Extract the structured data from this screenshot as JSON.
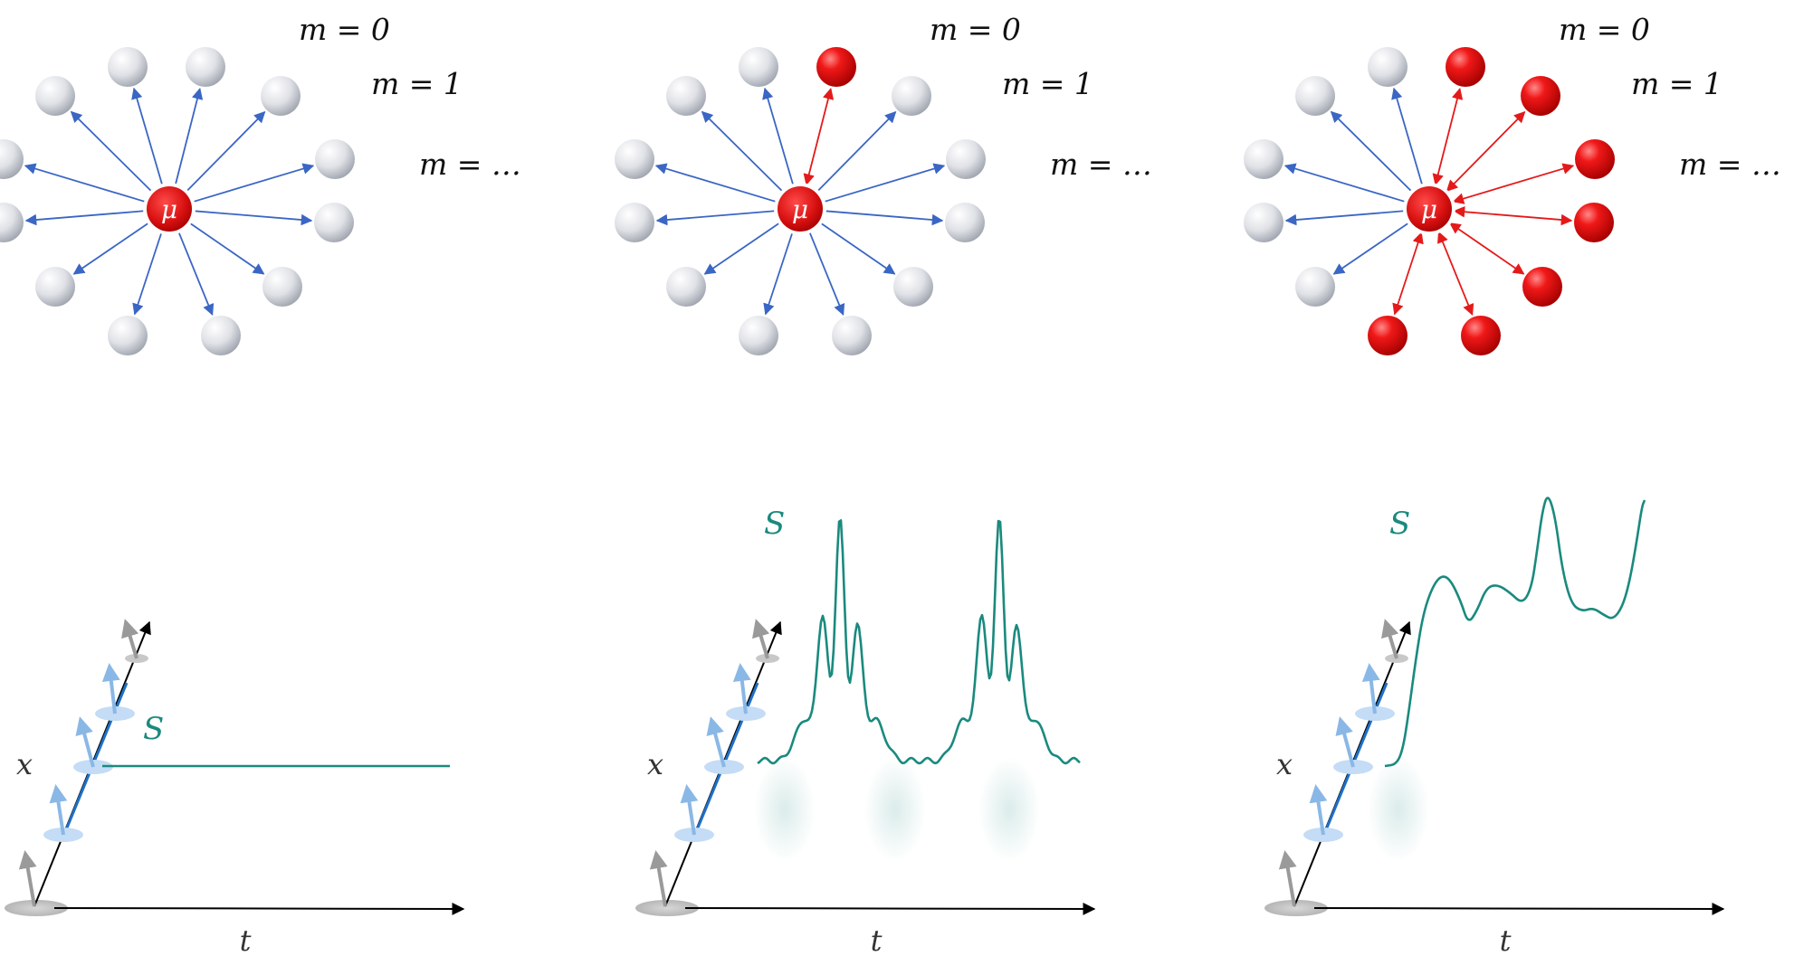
{
  "panels": [
    {
      "id": "left",
      "center_label": "μ",
      "m_labels": [
        "m = 0",
        "m = 1",
        "m = …"
      ],
      "x_label": "x",
      "t_label": "t",
      "signal_label": "S",
      "ball_states": [
        "neutral",
        "neutral",
        "neutral",
        "neutral",
        "neutral",
        "neutral",
        "neutral",
        "neutral",
        "neutral",
        "neutral",
        "neutral",
        "neutral"
      ],
      "signal_shape": "flat"
    },
    {
      "id": "middle",
      "center_label": "μ",
      "m_labels": [
        "m = 0",
        "m = 1",
        "m = …"
      ],
      "x_label": "x",
      "t_label": "t",
      "signal_label": "S",
      "ball_states": [
        "entangled",
        "neutral",
        "neutral",
        "neutral",
        "neutral",
        "neutral",
        "neutral",
        "neutral",
        "neutral",
        "neutral",
        "neutral",
        "neutral"
      ],
      "signal_shape": "periodic-revivals"
    },
    {
      "id": "right",
      "center_label": "μ",
      "m_labels": [
        "m = 0",
        "m = 1",
        "m = …"
      ],
      "x_label": "x",
      "t_label": "t",
      "signal_label": "S",
      "ball_states": [
        "entangled",
        "entangled",
        "entangled",
        "entangled",
        "entangled",
        "entangled",
        "entangled",
        "neutral",
        "neutral",
        "neutral",
        "neutral",
        "neutral"
      ],
      "signal_shape": "irregular"
    }
  ],
  "colors": {
    "muon": "#d81414",
    "entangled_ball": "#e81010",
    "neutral_ball": "#c9ccd3",
    "blue_arrow": "#3a66c4",
    "red_arrow": "#e41a1a",
    "signal": "#1a8a7e",
    "spin_blue": "#8ab8e6",
    "spin_gray": "#9a9a9a",
    "axis": "#000000"
  },
  "icons": [
    "sphere-icon",
    "spin-arrow-icon"
  ]
}
